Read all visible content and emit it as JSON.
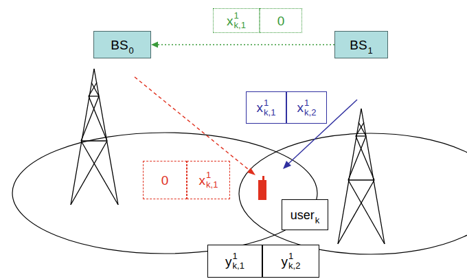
{
  "diagram": {
    "nodes": [
      {
        "text": [
          "x",
          "1",
          "k,1"
        ]
      },
      {
        "text": [
          "0"
        ]
      },
      {
        "text": [
          "BS",
          "0"
        ]
      },
      {
        "text": [
          "BS",
          "1"
        ]
      },
      {
        "text": [
          "x",
          "1",
          "k,1"
        ]
      },
      {
        "text": [
          "x",
          "1",
          "k,2"
        ]
      },
      {
        "text": [
          "0"
        ]
      },
      {
        "text": [
          "x",
          "1",
          "k,1"
        ]
      },
      {
        "text": [
          "user",
          "k"
        ]
      },
      {
        "text": [
          "y",
          "1",
          "k,1"
        ]
      },
      {
        "text": [
          "y",
          "1",
          "k,2"
        ]
      }
    ],
    "edges": [
      {
        "from": 3,
        "to": 2,
        "arrow": "to"
      }
    ]
  }
}
